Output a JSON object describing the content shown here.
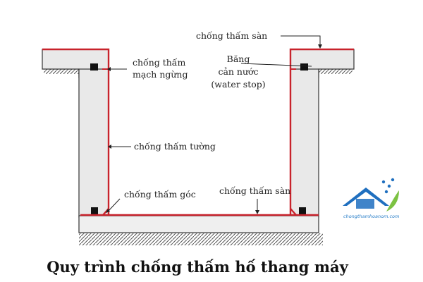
{
  "labels": {
    "san_top": "chống thấm sàn",
    "mach_ngung": [
      "chống thấm",
      "mạch ngừng"
    ],
    "water_stop": [
      "Băng",
      "cản nước",
      "(water stop)"
    ],
    "tuong": "chống thấm tường",
    "goc": "chống thấm góc",
    "san_bottom": "chống thấm sàn"
  },
  "caption": "Quy trình chống thấm hố thang máy",
  "watermark": "chongthamhoanom.com",
  "colors": {
    "membrane": "#c8232c",
    "concrete": "#e9e9e9",
    "outline": "#333333",
    "waterstop": "#111111",
    "text": "#222222",
    "logo_blue": "#1f6fbf",
    "logo_green": "#7cc242"
  }
}
